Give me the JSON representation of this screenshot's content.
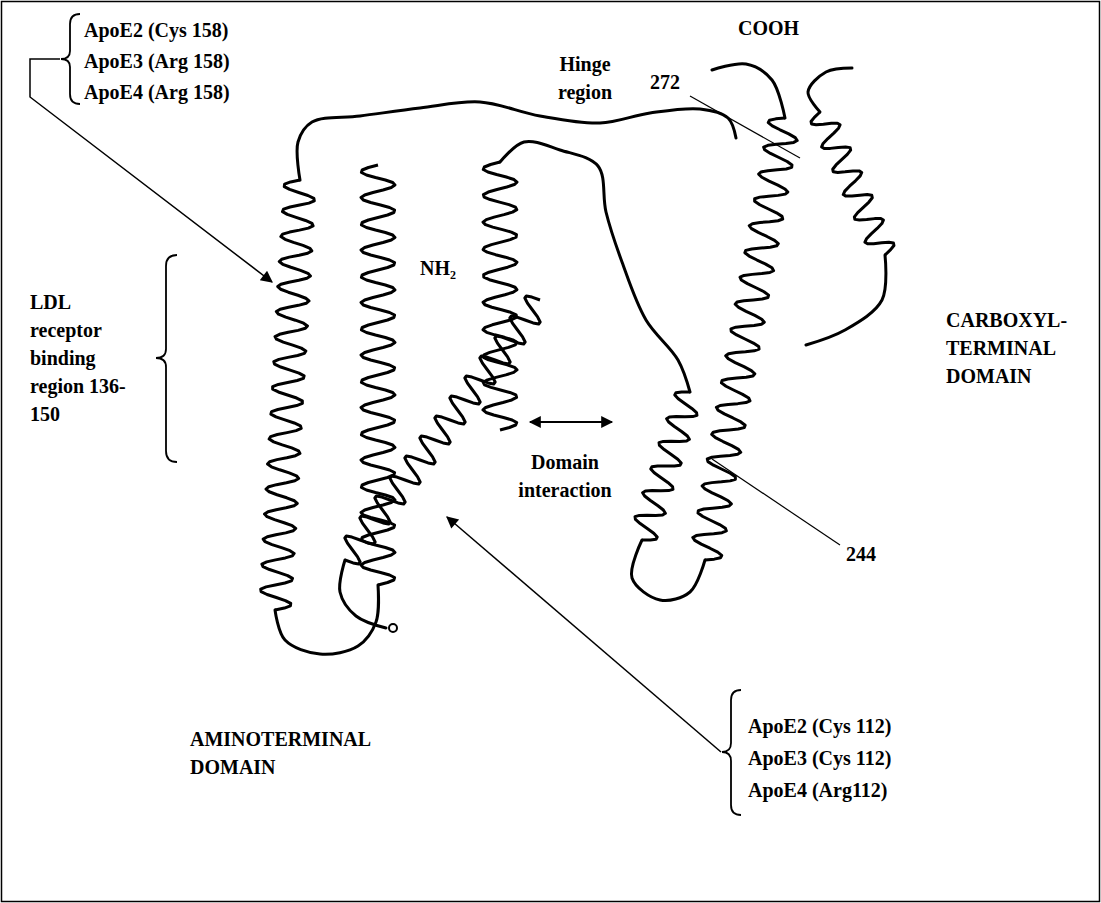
{
  "diagram": {
    "labels": [
      "ApoE2 (Cys 158)",
      "ApoE3 (Arg 158)",
      "ApoE4 (Arg 158)",
      "COOH",
      "272",
      "Hinge region",
      "NH₂",
      "CARBOXYL- TERMINAL DOMAIN",
      "LDL receptor binding region 136-150",
      "Domain interaction",
      "244",
      "ApoE2 (Cys 112)",
      "ApoE3 (Cys 112)",
      "ApoE4 (Arg112)",
      "AMINOTERMINAL DOMAIN"
    ]
  }
}
